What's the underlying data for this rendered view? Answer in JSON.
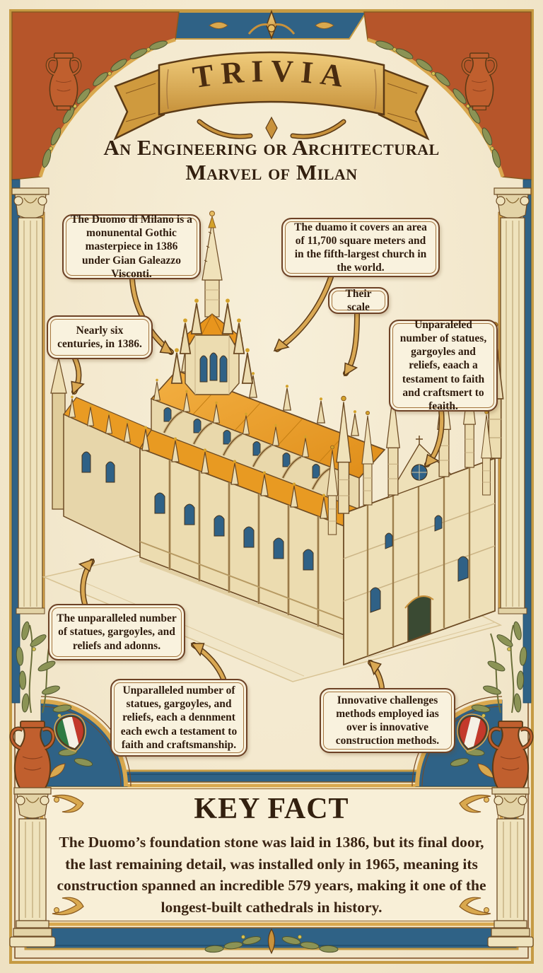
{
  "banner": {
    "title": "TRIVIA"
  },
  "title": {
    "line1": "An Engineering or Architectural",
    "line2": "Marvel of Milan"
  },
  "callouts": {
    "history": "The Duomo di Milano is a monunental Gothic masterpiece in 1386 under Gian Galeazzo Visconti.",
    "area": "The duamo it covers an area of 11,700 square meters and in the fifth-largest church in the world.",
    "scale": "Their scale",
    "statues_right": "Unparaleled number of statues, gargoyles and reliefs, eaach a testament to faith and craftsmert to feaith.",
    "centuries": "Nearly six centuries, in 1386.",
    "statues_left": "The unparalleled number of statues, gargoyles, and reliefs and adonns.",
    "craftsmanship": "Unparalleled number of statues, gargoyles, and reliefs, each a dennment each ewch a testament to faith and craftsmanship.",
    "methods": "Innovative challenges methods employed ias over is innovative construction methods."
  },
  "key_fact": {
    "title": "KEY FACT",
    "body": "The Duomo’s foundation stone was laid in 1386, but its final door, the last remaining detail, was installed only in 1965, meaning its construction spanned an incredible 579 years, making it one of the longest-built cathedrals in history."
  },
  "illustration": {
    "subject": "Duomo di Milano isometric engraving"
  },
  "colors": {
    "parchment": "#f4ead2",
    "terracotta": "#b6552a",
    "frame_blue": "#2f6286",
    "gold": "#d9a84e",
    "olive": "#8b9355",
    "roof_orange": "#e89a22",
    "ink": "#33200f"
  }
}
